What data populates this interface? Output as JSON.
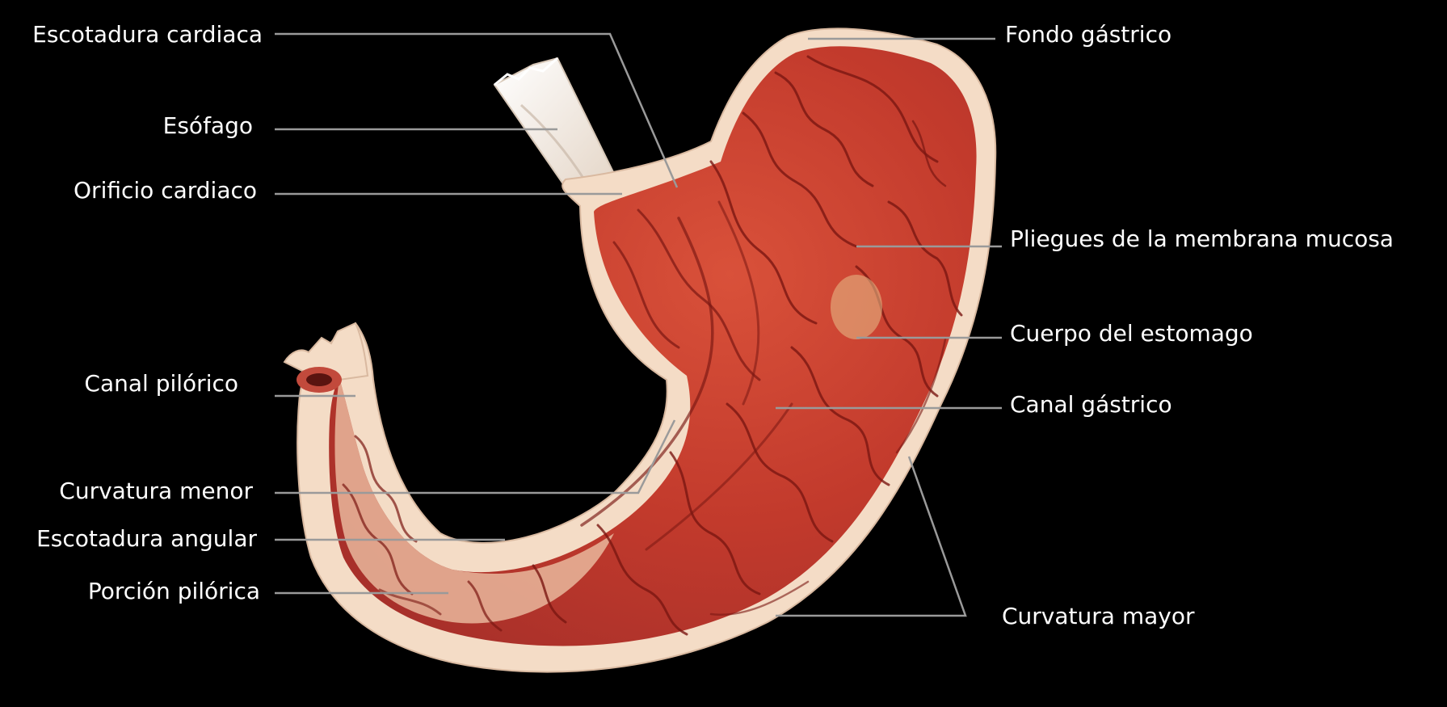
{
  "diagram": {
    "background_color": "#000000",
    "label_color": "#ffffff",
    "leader_color": "#9a9a9a",
    "tissue_colors": {
      "mucosa": "#c23a2c",
      "fold": "#7a1712",
      "rim": "#f4dcc6",
      "esophagus": "#ece4da"
    },
    "labels": {
      "escotadura_cardiaca": "Escotadura cardiaca",
      "esofago": "Esófago",
      "orificio_cardiaco": "Orificio cardiaco",
      "canal_pilorico": "Canal pilórico",
      "curvatura_menor": "Curvatura menor",
      "escotadura_angular": "Escotadura angular",
      "porcion_pilorica": "Porción pilórica",
      "fondo_gastrico": "Fondo gástrico",
      "pliegues_mucosa": "Pliegues de la membrana mucosa",
      "cuerpo_estomago": "Cuerpo del estomago",
      "canal_gastrico": "Canal gástrico",
      "curvatura_mayor": "Curvatura mayor"
    }
  }
}
